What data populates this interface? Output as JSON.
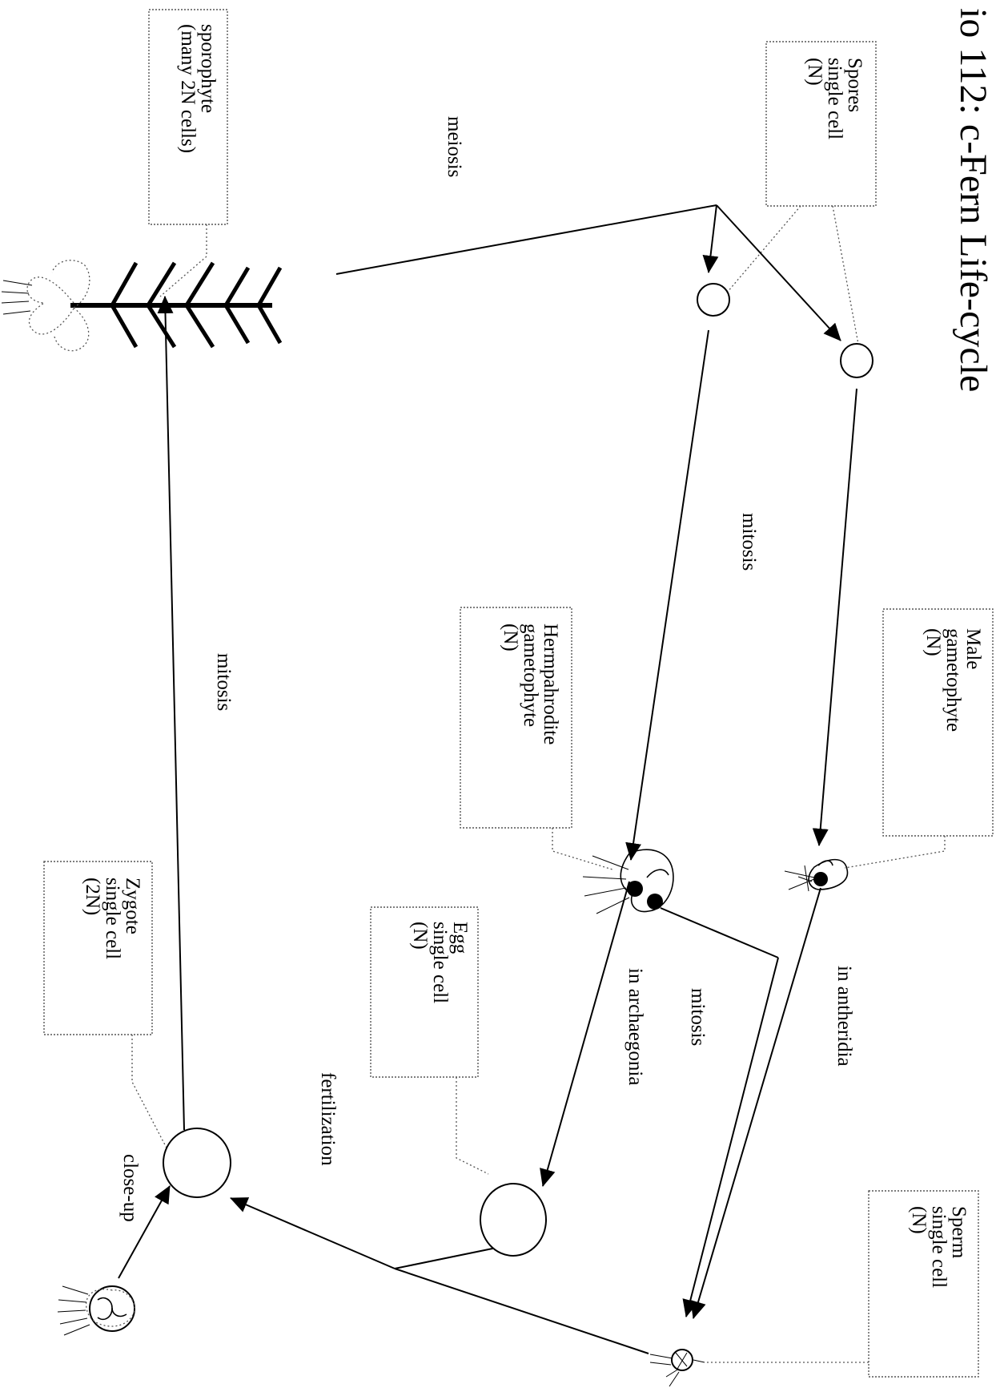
{
  "title": "io 112: c-Fern Life-cycle",
  "processes": {
    "meiosis": "meiosis",
    "mitosis_gametophyte": "mitosis",
    "mitosis_sporophyte": "mitosis",
    "in_antheridia": "in antheridia",
    "mitosis_gametes": "mitosis",
    "in_archaegonia": "in archaegonia",
    "fertilization": "fertilization",
    "close_up": "close-up"
  },
  "boxes": {
    "spores": {
      "line1": "Spores",
      "line2": "single cell",
      "line3": "(N)"
    },
    "sporophyte": {
      "line1": "sporophyte",
      "line2": "(many 2N cells)"
    },
    "male": {
      "line1": "Male",
      "line2": "gametophyte",
      "line3": "(N)"
    },
    "herm": {
      "line1": "Hermpahrodite",
      "line2": "gametophyte",
      "line3": "(N)"
    },
    "egg": {
      "line1": "Egg",
      "line2": "single cell",
      "line3": "(N)"
    },
    "zygote": {
      "line1": "Zygote",
      "line2": "single cell",
      "line3": "(2N)"
    },
    "sperm": {
      "line1": "Sperm",
      "line2": "single cell",
      "line3": "(N)"
    }
  }
}
